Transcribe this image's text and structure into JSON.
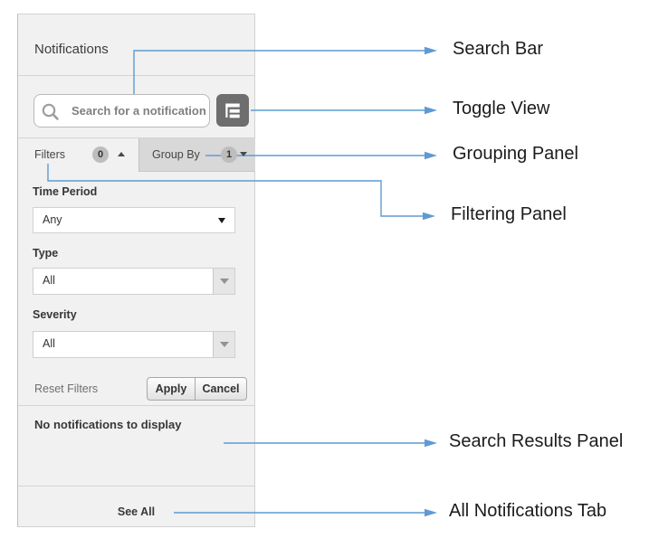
{
  "panel": {
    "title": "Notifications",
    "search_bar": {
      "placeholder": "Search for a notification"
    },
    "tabs": {
      "filters": {
        "label": "Filters",
        "badge": "0"
      },
      "group_by": {
        "label": "Group By",
        "badge": "1"
      }
    },
    "filtering_panel": {
      "fields": [
        {
          "label": "Time Period",
          "value": "Any"
        },
        {
          "label": "Type",
          "value": "All"
        },
        {
          "label": "Severity",
          "value": "All"
        }
      ],
      "reset_label": "Reset Filters",
      "apply_label": "Apply",
      "cancel_label": "Cancel"
    },
    "results_panel": {
      "empty_message": "No notifications to display"
    },
    "footer": {
      "see_all_label": "See All"
    }
  },
  "annotations": {
    "connector_color": "#5f9ad2",
    "labels": [
      {
        "text": "Search Bar"
      },
      {
        "text": "Toggle View"
      },
      {
        "text": "Grouping Panel"
      },
      {
        "text": "Filtering Panel"
      },
      {
        "text": "Search Results Panel"
      },
      {
        "text": "All Notifications Tab"
      }
    ]
  },
  "colors": {
    "panel_bg": "#f0f1f0",
    "toggle_button_bg": "#6e6e6e",
    "group_by_tab_bg": "#d8d8d8",
    "badge_bg": "#bdbdbd",
    "accent_blue": "#5f9ad2"
  }
}
